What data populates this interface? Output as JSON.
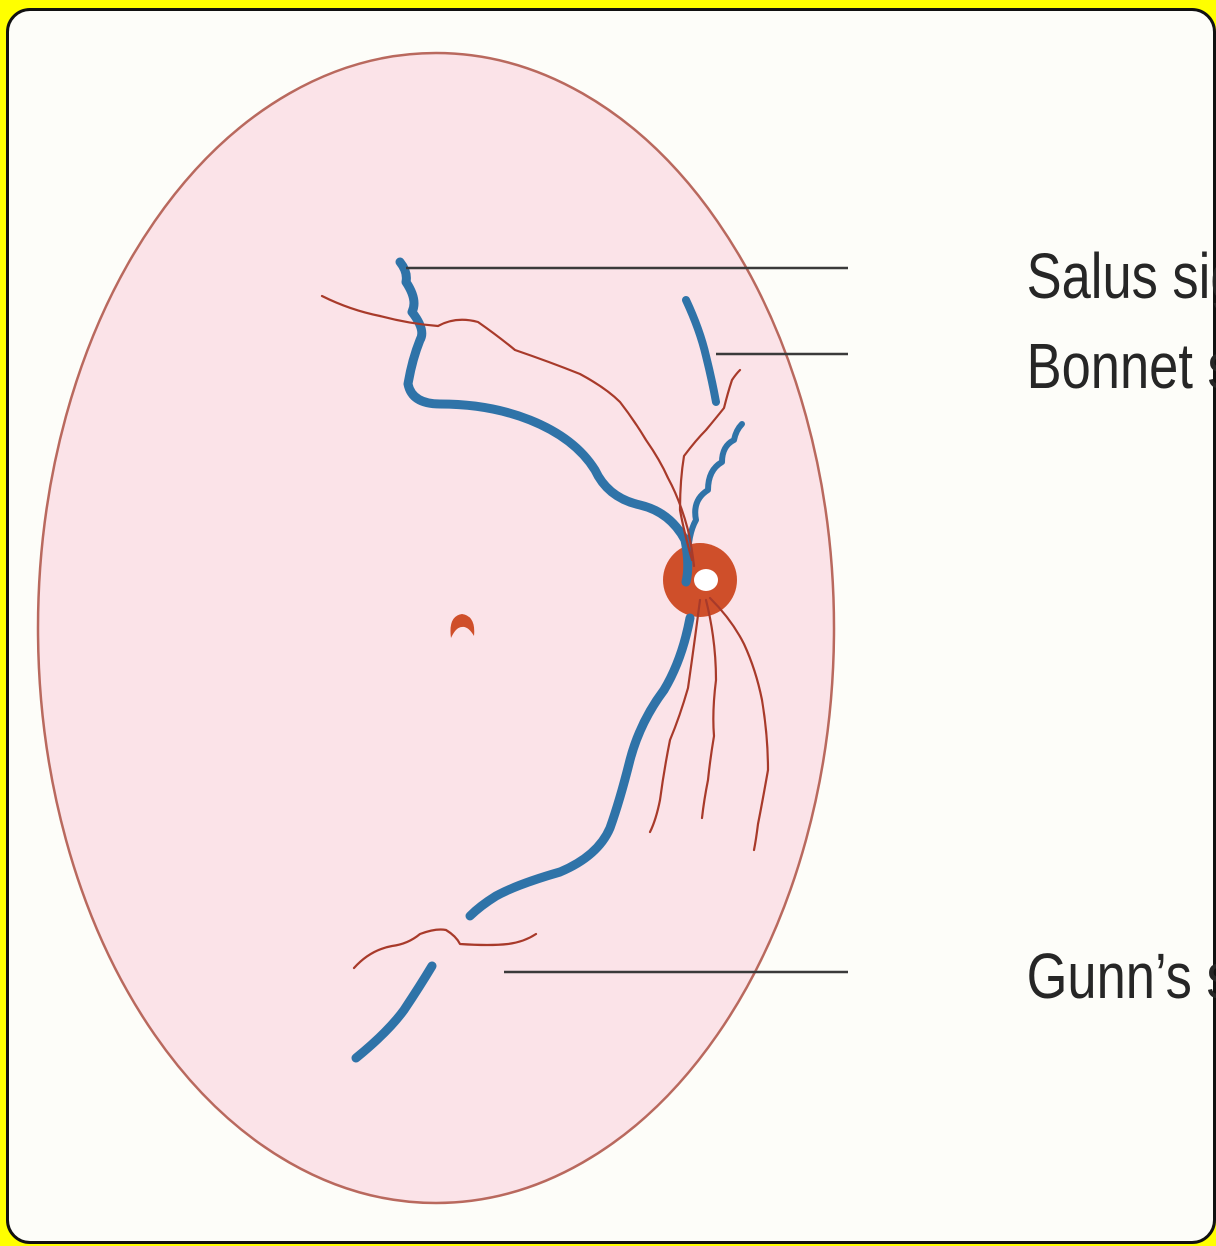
{
  "colors": {
    "border": "#ffff00",
    "background": "#fdfdf9",
    "fundus_fill": "#fbe3e8",
    "fundus_outline": "#b9695e",
    "vein": "#2f73a8",
    "artery": "#a83a2a",
    "optic_disc": "#cf4f2a",
    "optic_cup": "#ffffff",
    "leader_line": "#3a3a3a",
    "label_text": "#262626"
  },
  "labels": {
    "salus_sign": "Salus sign",
    "bonnet_sign": "Bonnet sign",
    "gunns_sign": "Gunn’s sign"
  }
}
